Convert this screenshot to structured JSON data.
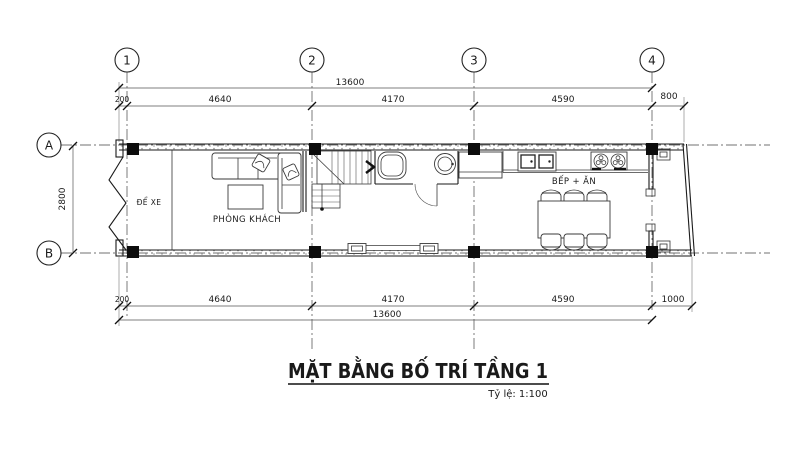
{
  "drawing": {
    "title": "MẶT BẰNG BỐ TRÍ TẦNG 1",
    "scale_note": "Tỷ lệ: 1:100",
    "grid": {
      "col_1": "1",
      "col_2": "2",
      "col_3": "3",
      "col_4": "4",
      "row_a": "A",
      "row_b": "B"
    },
    "dimensions": {
      "overall": "13600",
      "side_offset": "200",
      "bay_1_2": "4640",
      "bay_2_3": "4170",
      "bay_3_4": "4590",
      "front_overhang": "800",
      "rear_overhang": "1000",
      "depth": "2800"
    },
    "rooms": {
      "garage": "ĐỂ XE",
      "living": "PHÒNG KHÁCH",
      "kitchen": "BẾP + ĂN"
    }
  }
}
